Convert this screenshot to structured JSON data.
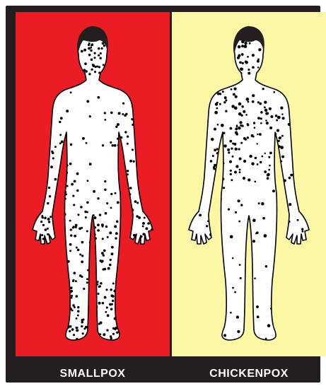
{
  "panels": [
    {
      "id": "smallpox",
      "label": "SMALLPOX",
      "background": "#ec1c24",
      "spot_distribution": "dense on face, arms, hands, legs and feet; sparse on trunk"
    },
    {
      "id": "chickenpox",
      "label": "CHICKENPOX",
      "background": "#fbf7a4",
      "spot_distribution": "dense on trunk; sparse on face and limbs"
    }
  ],
  "colors": {
    "frame": "#231f20",
    "body_fill": "#ffffff",
    "outline": "#000000",
    "hair": "#231f20",
    "spot": "#000000",
    "caption_text": "#ffffff"
  }
}
